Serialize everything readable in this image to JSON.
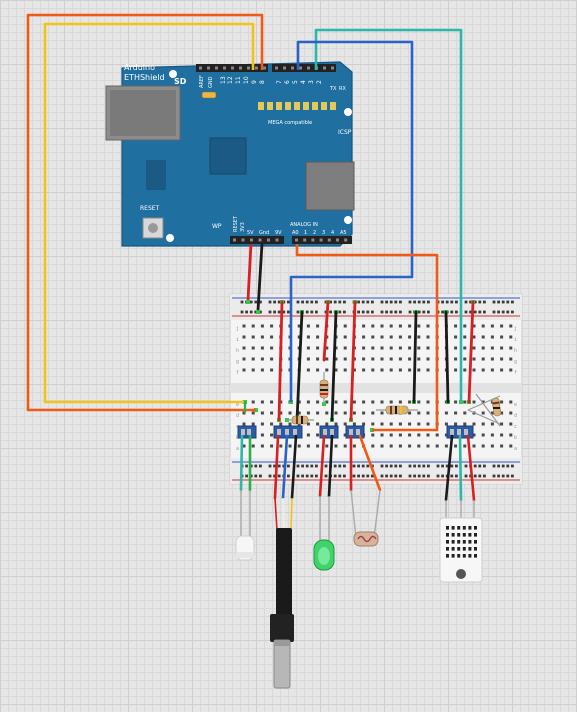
{
  "board": {
    "title": "Arduino",
    "model": "ETHShield",
    "sd_label": "SD",
    "reset_label": "RESET",
    "wp_label": "WP",
    "icsp_label": "ICSP",
    "mega_label": "MEGA compatible",
    "tx_label": "TX",
    "rx_label": "RX",
    "aref_label": "AREF",
    "gnd_label": "GND",
    "digital_pins_left": [
      "13",
      "12",
      "11",
      "10",
      "9",
      "8"
    ],
    "digital_pins_right": [
      "7",
      "6",
      "5",
      "4",
      "3",
      "2"
    ],
    "power_labels": [
      "RESET",
      "3V3",
      "5V",
      "Gnd",
      "9V"
    ],
    "analog_header": "ANALOG IN",
    "analog_pins": [
      "A0",
      "1",
      "2",
      "3",
      "4",
      "A5"
    ]
  },
  "breadboard": {
    "row_letters_top": [
      "j",
      "i",
      "h",
      "g",
      "f"
    ],
    "row_letters_bottom": [
      "e",
      "d",
      "c",
      "b",
      "a"
    ]
  },
  "colors": {
    "board": "#1f6fa0",
    "wire_red": "#d92020",
    "wire_black": "#1a1a1a",
    "wire_blue": "#2a62c8",
    "wire_teal": "#2cb8a8",
    "wire_orange": "#f05a14",
    "wire_yellow": "#f2c418",
    "wire_green": "#2ab04a"
  }
}
